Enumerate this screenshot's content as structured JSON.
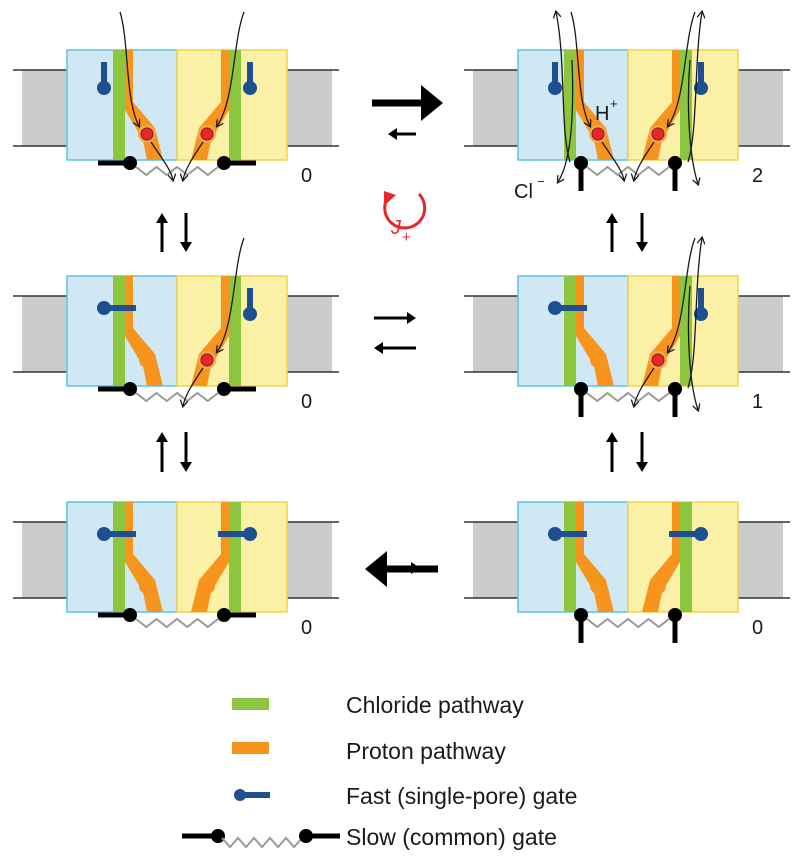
{
  "figure": {
    "title": "CLC transporter gating cycle",
    "colors": {
      "left_subunit_fill": "#cfe8f3",
      "left_subunit_border": "#5cc3e8",
      "right_subunit_fill": "#faf0a6",
      "right_subunit_border": "#f2d34a",
      "membrane": "#cccccc",
      "chloride_pathway": "#8cc63f",
      "proton_pathway": "#f7941d",
      "fast_gate": "#1d4f91",
      "slow_gate": "#000000",
      "spring": "#999999",
      "glutamate": "#e8262b",
      "cycle": "#e8262b"
    },
    "states": [
      {
        "id": "top-left",
        "label": "0",
        "fast_gate_left": "open",
        "fast_gate_right": "open",
        "slow_gate": "closed",
        "proton_left": true,
        "proton_right": true,
        "chloride_flux": false
      },
      {
        "id": "top-right",
        "label": "2",
        "fast_gate_left": "open",
        "fast_gate_right": "open",
        "slow_gate": "open",
        "proton_left": true,
        "proton_right": true,
        "chloride_flux": true,
        "ion_labels": {
          "proton": "H",
          "proton_sup": "+",
          "chloride": "Cl",
          "chloride_sup": "−"
        }
      },
      {
        "id": "mid-left",
        "label": "0",
        "fast_gate_left": "closed",
        "fast_gate_right": "open",
        "slow_gate": "closed",
        "proton_left": false,
        "proton_right": true,
        "chloride_flux": false
      },
      {
        "id": "mid-right",
        "label": "1",
        "fast_gate_left": "closed",
        "fast_gate_right": "open",
        "slow_gate": "open",
        "proton_left": false,
        "proton_right": true,
        "chloride_flux": true
      },
      {
        "id": "bot-left",
        "label": "0",
        "fast_gate_left": "closed",
        "fast_gate_right": "closed",
        "slow_gate": "closed",
        "proton_left": false,
        "proton_right": false,
        "chloride_flux": false
      },
      {
        "id": "bot-right",
        "label": "0",
        "fast_gate_left": "closed",
        "fast_gate_right": "closed",
        "slow_gate": "open",
        "proton_left": false,
        "proton_right": false,
        "chloride_flux": false
      }
    ],
    "transitions": [
      {
        "from": "top-left",
        "to": "top-right",
        "forward": "large",
        "reverse": "small"
      },
      {
        "from": "mid-left",
        "to": "mid-right",
        "forward": "equal",
        "reverse": "equal"
      },
      {
        "from": "bot-right",
        "to": "bot-left",
        "forward": "large",
        "reverse": "small"
      },
      {
        "from": "top-left",
        "to": "mid-left",
        "forward": "equal",
        "reverse": "equal"
      },
      {
        "from": "top-right",
        "to": "mid-right",
        "forward": "equal",
        "reverse": "equal"
      },
      {
        "from": "mid-left",
        "to": "bot-left",
        "forward": "equal",
        "reverse": "equal"
      },
      {
        "from": "mid-right",
        "to": "bot-right",
        "forward": "equal",
        "reverse": "equal"
      }
    ],
    "cycle": {
      "symbol": "J",
      "subscript": "+",
      "direction": "clockwise"
    }
  },
  "legend": {
    "items": [
      {
        "key": "chloride",
        "label": "Chloride pathway"
      },
      {
        "key": "proton",
        "label": "Proton pathway"
      },
      {
        "key": "fast-gate",
        "label": "Fast (single-pore) gate"
      },
      {
        "key": "slow-gate",
        "label": "Slow (common) gate"
      }
    ]
  }
}
